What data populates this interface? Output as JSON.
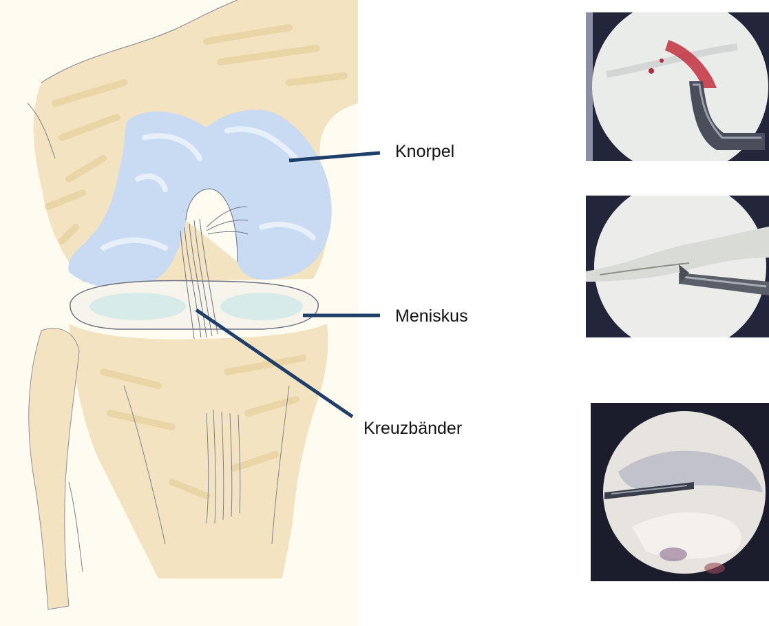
{
  "labels": {
    "cartilage": "Knorpel",
    "meniscus": "Meniskus",
    "cruciate_ligaments": "Kreuzbänder"
  },
  "colors": {
    "leader_line": "#1f3f6b",
    "bone": "#f3e3c0",
    "bone_shadow": "#e9d3a4",
    "cartilage": "#c9dbf2",
    "cartilage_light": "#dde8f6",
    "meniscus": "#d7ece8",
    "paper": "#fefbf1",
    "sketch_line": "#5d6472",
    "scope_dark": "#1b1d2c"
  },
  "illustration": {
    "subject": "knee-joint-sketch"
  },
  "photos": [
    {
      "subject": "arthroscopy-cartilage-shaver"
    },
    {
      "subject": "arthroscopy-meniscus-probe"
    },
    {
      "subject": "arthroscopy-cruciate-ligament"
    }
  ]
}
